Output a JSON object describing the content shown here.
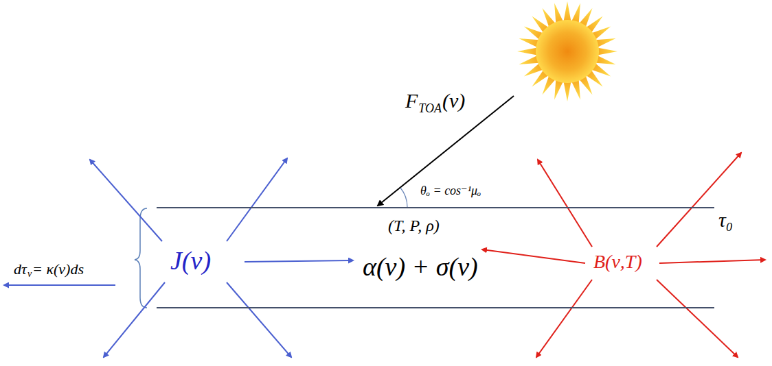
{
  "diagram": {
    "nodes": [
      {
        "text": [
          "(T, P, ρ)",
          "α(ν) + σ(ν)"
        ]
      }
    ],
    "labels": [
      "F",
      "TOA",
      "(ν)",
      "θₒ = cos⁻¹μₒ",
      "τ₀",
      "dτ",
      "ν",
      "= κ(ν)ds",
      "J(ν)",
      "B(ν,T)"
    ]
  }
}
